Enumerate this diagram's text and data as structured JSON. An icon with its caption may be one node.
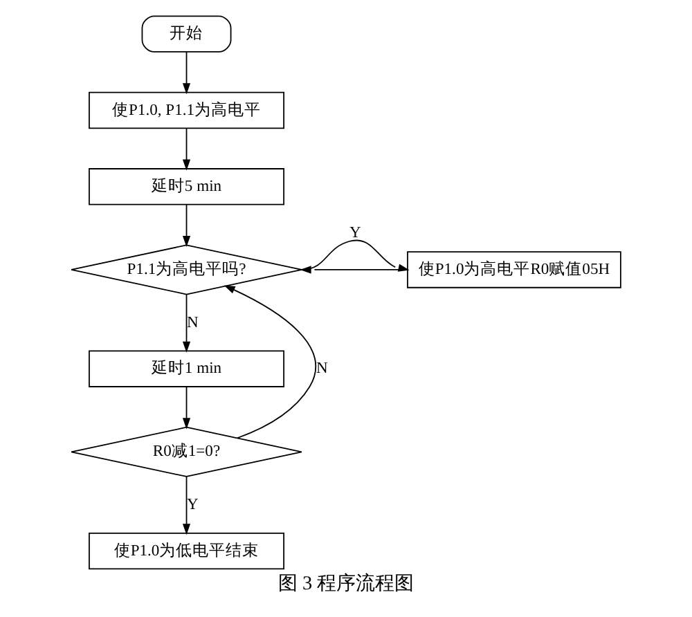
{
  "diagram": {
    "caption": "图 3 程序流程图",
    "nodes": [
      {
        "text": [
          "开始"
        ]
      },
      {
        "text": [
          "使P1.0, P1.1为高电平"
        ]
      },
      {
        "text": [
          "延时5 min"
        ]
      },
      {
        "text": [
          "P1.1为高电平吗?"
        ]
      },
      {
        "text": [
          "使P1.0为高电平R0赋值05H"
        ]
      },
      {
        "text": [
          "延时1 min"
        ]
      },
      {
        "text": [
          "R0减1=0?"
        ]
      },
      {
        "text": [
          "使P1.0为低电平结束"
        ]
      }
    ],
    "edges": [
      {
        "from": 0,
        "to": 1,
        "arrow": "to"
      },
      {
        "from": 1,
        "to": 2,
        "arrow": "to"
      },
      {
        "from": 2,
        "to": 3,
        "arrow": "to"
      },
      {
        "from": 3,
        "to": 4,
        "label": "Y",
        "arrow": "to"
      },
      {
        "from": 4,
        "to": 3,
        "arrow": "to"
      },
      {
        "from": 3,
        "to": 5,
        "label": "N",
        "arrow": "to"
      },
      {
        "from": 5,
        "to": 6,
        "arrow": "to"
      },
      {
        "from": 6,
        "to": 3,
        "label": "N",
        "arrow": "to"
      },
      {
        "from": 6,
        "to": 7,
        "label": "Y",
        "arrow": "to"
      }
    ]
  }
}
